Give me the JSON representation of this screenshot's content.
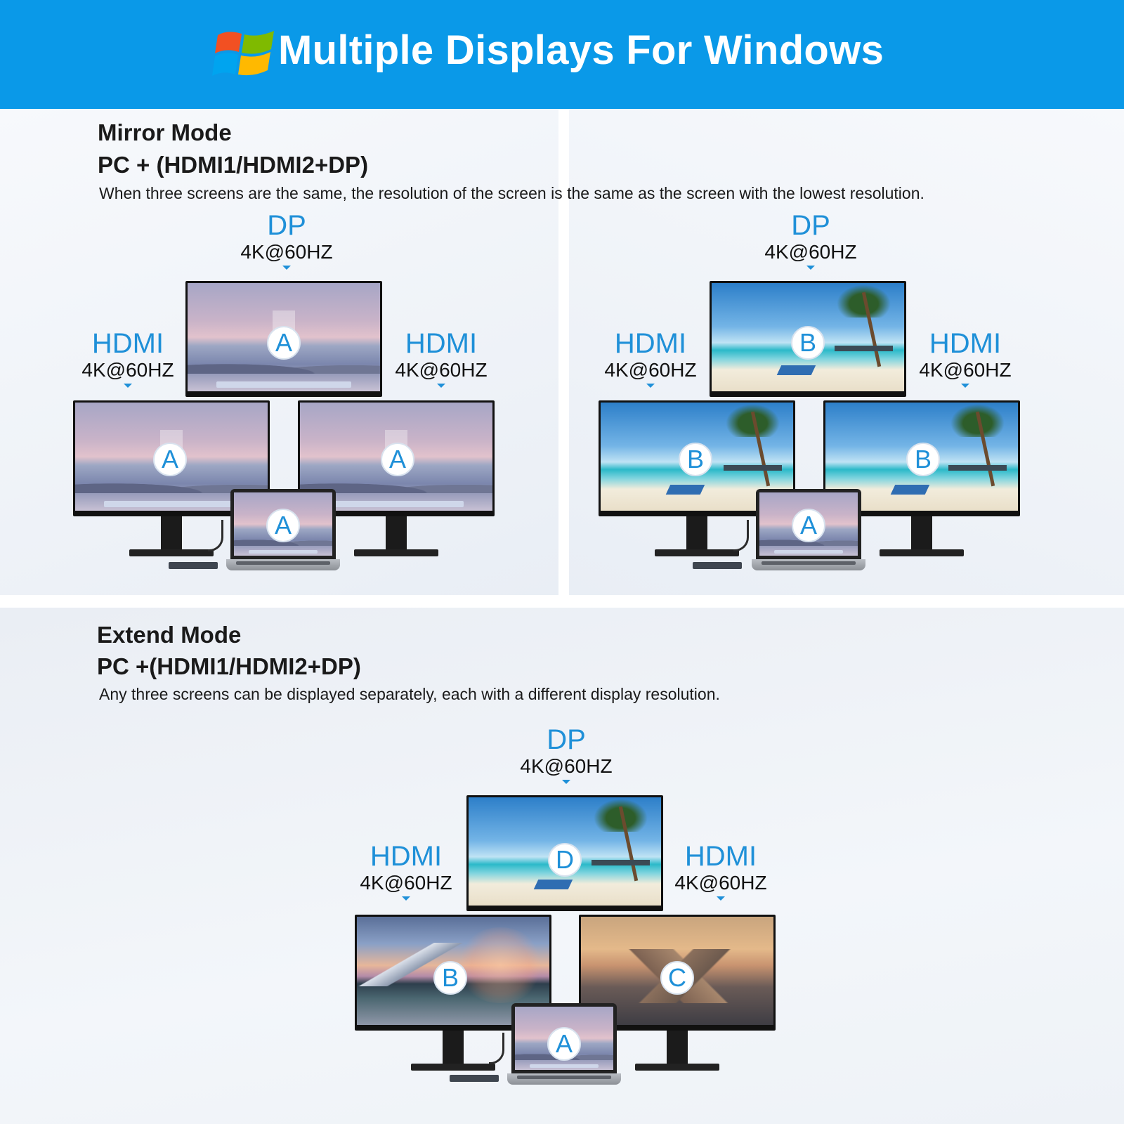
{
  "banner": {
    "title": "Multiple Displays For Windows",
    "color": "#0a99e8",
    "logo_icon": "windows-logo-icon"
  },
  "mirror": {
    "heading_line1": "Mirror Mode",
    "heading_line2": "PC + (HDMI1/HDMI2+DP)",
    "description": "When three screens are the same, the resolution of the screen is the same as the screen with the lowest resolution.",
    "left_setup": {
      "dp": {
        "port": "DP",
        "spec": "4K@60HZ"
      },
      "hdmi_left": {
        "port": "HDMI",
        "spec": "4K@60HZ"
      },
      "hdmi_right": {
        "port": "HDMI",
        "spec": "4K@60HZ"
      },
      "screens": {
        "top": "A",
        "left": "A",
        "right": "A",
        "laptop": "A"
      }
    },
    "right_setup": {
      "dp": {
        "port": "DP",
        "spec": "4K@60HZ"
      },
      "hdmi_left": {
        "port": "HDMI",
        "spec": "4K@60HZ"
      },
      "hdmi_right": {
        "port": "HDMI",
        "spec": "4K@60HZ"
      },
      "screens": {
        "top": "B",
        "left": "B",
        "right": "B",
        "laptop": "A"
      }
    }
  },
  "extend": {
    "heading_line1": "Extend Mode",
    "heading_line2": "PC +(HDMI1/HDMI2+DP)",
    "description": "Any three screens can be displayed separately, each with a different display resolution.",
    "dp": {
      "port": "DP",
      "spec": "4K@60HZ"
    },
    "hdmi_left": {
      "port": "HDMI",
      "spec": "4K@60HZ"
    },
    "hdmi_right": {
      "port": "HDMI",
      "spec": "4K@60HZ"
    },
    "screens": {
      "top": "D",
      "left": "B",
      "right": "C",
      "laptop": "A"
    }
  },
  "colors": {
    "accent": "#1f90d8",
    "text": "#1a1a1a"
  }
}
